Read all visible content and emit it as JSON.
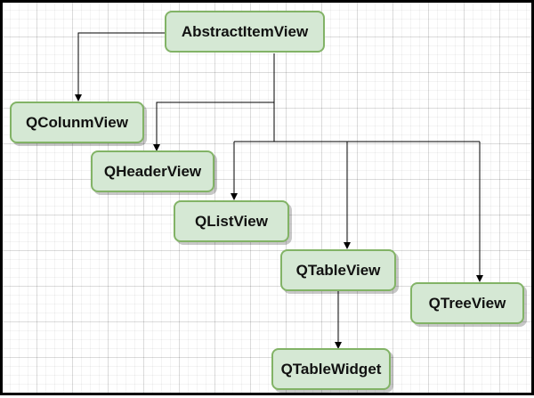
{
  "colors": {
    "node_fill": "#d5e8d4",
    "node_border": "#82b366",
    "edge": "#000000"
  },
  "nodes": {
    "abstract_item_view": "AbstractItemView",
    "qcolumn_view": "QColunmView",
    "qheader_view": "QHeaderView",
    "qlist_view": "QListView",
    "qtable_view": "QTableView",
    "qtree_view": "QTreeView",
    "qtable_widget": "QTableWidget"
  }
}
